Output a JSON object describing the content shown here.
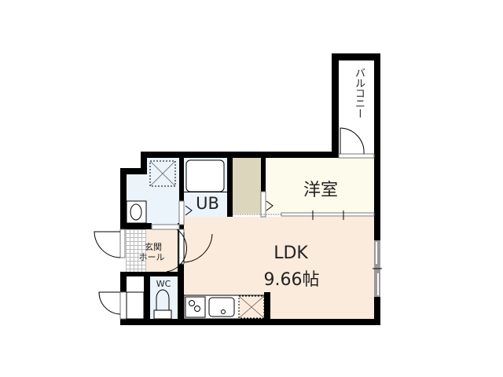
{
  "floorplan": {
    "rooms": {
      "balcony": {
        "label": "バルコニー"
      },
      "western_room": {
        "label": "洋室"
      },
      "unit_bath": {
        "label": "UB"
      },
      "ldk": {
        "label": "LDK",
        "area": "9.66帖"
      },
      "entrance_hall": {
        "label_line1": "玄関",
        "label_line2": "ホール"
      },
      "toilet": {
        "label": "WC"
      }
    },
    "colors": {
      "wall": "#000000",
      "ldk_floor": "#faebdc",
      "western_floor": "#fdfbeb",
      "bath_floor": "#ebf3fb",
      "closet_floor": "#dcd6bc",
      "entrance_tile": "#cccccc"
    }
  }
}
